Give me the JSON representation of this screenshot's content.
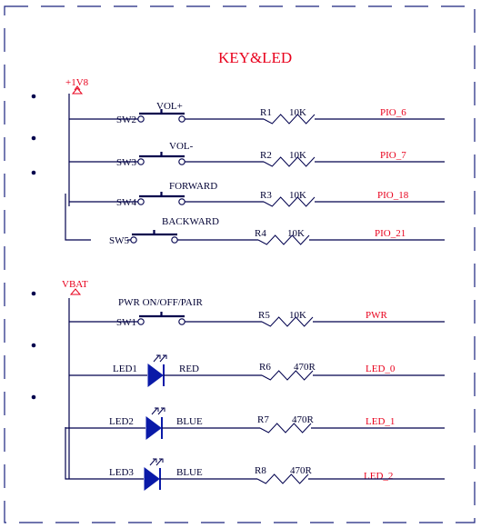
{
  "title": "KEY&LED",
  "rails": [
    {
      "label": "+1V8"
    },
    {
      "label": "VBAT"
    }
  ],
  "switches": [
    {
      "ref": "SW2",
      "label": "VOL+",
      "res": "R1",
      "val": "10K",
      "net": "PIO_6"
    },
    {
      "ref": "SW3",
      "label": "VOL-",
      "res": "R2",
      "val": "10K",
      "net": "PIO_7"
    },
    {
      "ref": "SW4",
      "label": "FORWARD",
      "res": "R3",
      "val": "10K",
      "net": "PIO_18"
    },
    {
      "ref": "SW5",
      "label": "BACKWARD",
      "res": "R4",
      "val": "10K",
      "net": "PIO_21"
    },
    {
      "ref": "SW1",
      "label": "PWR ON/OFF/PAIR",
      "res": "R5",
      "val": "10K",
      "net": "PWR"
    }
  ],
  "leds": [
    {
      "ref": "LED1",
      "color": "RED",
      "res": "R6",
      "val": "470R",
      "net": "LED_0"
    },
    {
      "ref": "LED2",
      "color": "BLUE",
      "res": "R7",
      "val": "470R",
      "net": "LED_1"
    },
    {
      "ref": "LED3",
      "color": "BLUE",
      "res": "R8",
      "val": "470R",
      "net": "LED_2"
    }
  ],
  "colors": {
    "wire": "#00004d",
    "net": "#e8001c",
    "led": "#0a1aa8",
    "border": "#1a237e"
  }
}
